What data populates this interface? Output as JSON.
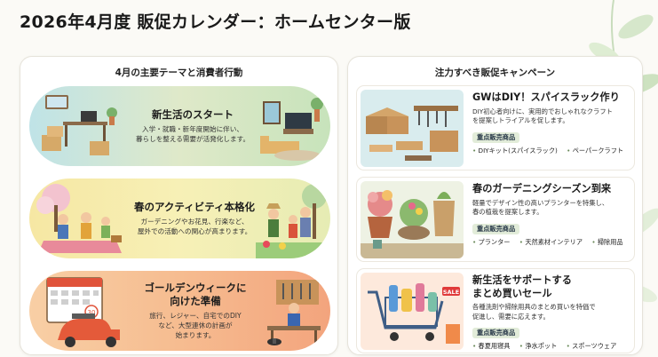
{
  "page_title": "2026年4月度 販促カレンダー：ホームセンター版",
  "left_panel": {
    "heading": "4月の主要テーマと消費者行動",
    "themes": [
      {
        "title": "新生活のスタート",
        "desc_lines": [
          "入学・就職・新年度開始に伴い、",
          "暮らしを整える需要が活発化します。"
        ]
      },
      {
        "title": "春のアクティビティ本格化",
        "desc_lines": [
          "ガーデニングやお花見、行楽など、",
          "屋外での活動への関心が高まります。"
        ]
      },
      {
        "title_lines": [
          "ゴールデンウィークに",
          "向けた準備"
        ],
        "desc_lines": [
          "旅行、レジャー、自宅でのDIY",
          "など、大型連休の計画が",
          "始まります。"
        ]
      }
    ]
  },
  "right_panel": {
    "heading": "注力すべき販促キャンペーン",
    "campaigns": [
      {
        "title_lines": [
          "GWはDIY！スパイスラック作り"
        ],
        "desc_lines": [
          "DIY初心者向けに、実用的でおしゃれなクラフト",
          "を提案しトライアルを促します。"
        ],
        "badge": "重点販売商品",
        "products": [
          "DIYキット(スパイスラック)",
          "ペーパークラフト"
        ]
      },
      {
        "title_lines": [
          "春のガーデニングシーズン到来"
        ],
        "desc_lines": [
          "軽量でデザイン性の高いプランターを特集し、",
          "春の植栽を提案します。"
        ],
        "badge": "重点販売商品",
        "products": [
          "プランター",
          "天然素材インテリア",
          "掃除用品"
        ]
      },
      {
        "title_lines": [
          "新生活をサポートする",
          "まとめ買いセール"
        ],
        "desc_lines": [
          "各種洗剤や掃除用具のまとめ買いを特価で",
          "促進し、需要に応えます。"
        ],
        "badge": "重点販売商品",
        "products": [
          "春夏用寝具",
          "浄水ポット",
          "スポーツウェア"
        ],
        "sale_tag": "SALE"
      }
    ]
  },
  "calendar_number": "30"
}
